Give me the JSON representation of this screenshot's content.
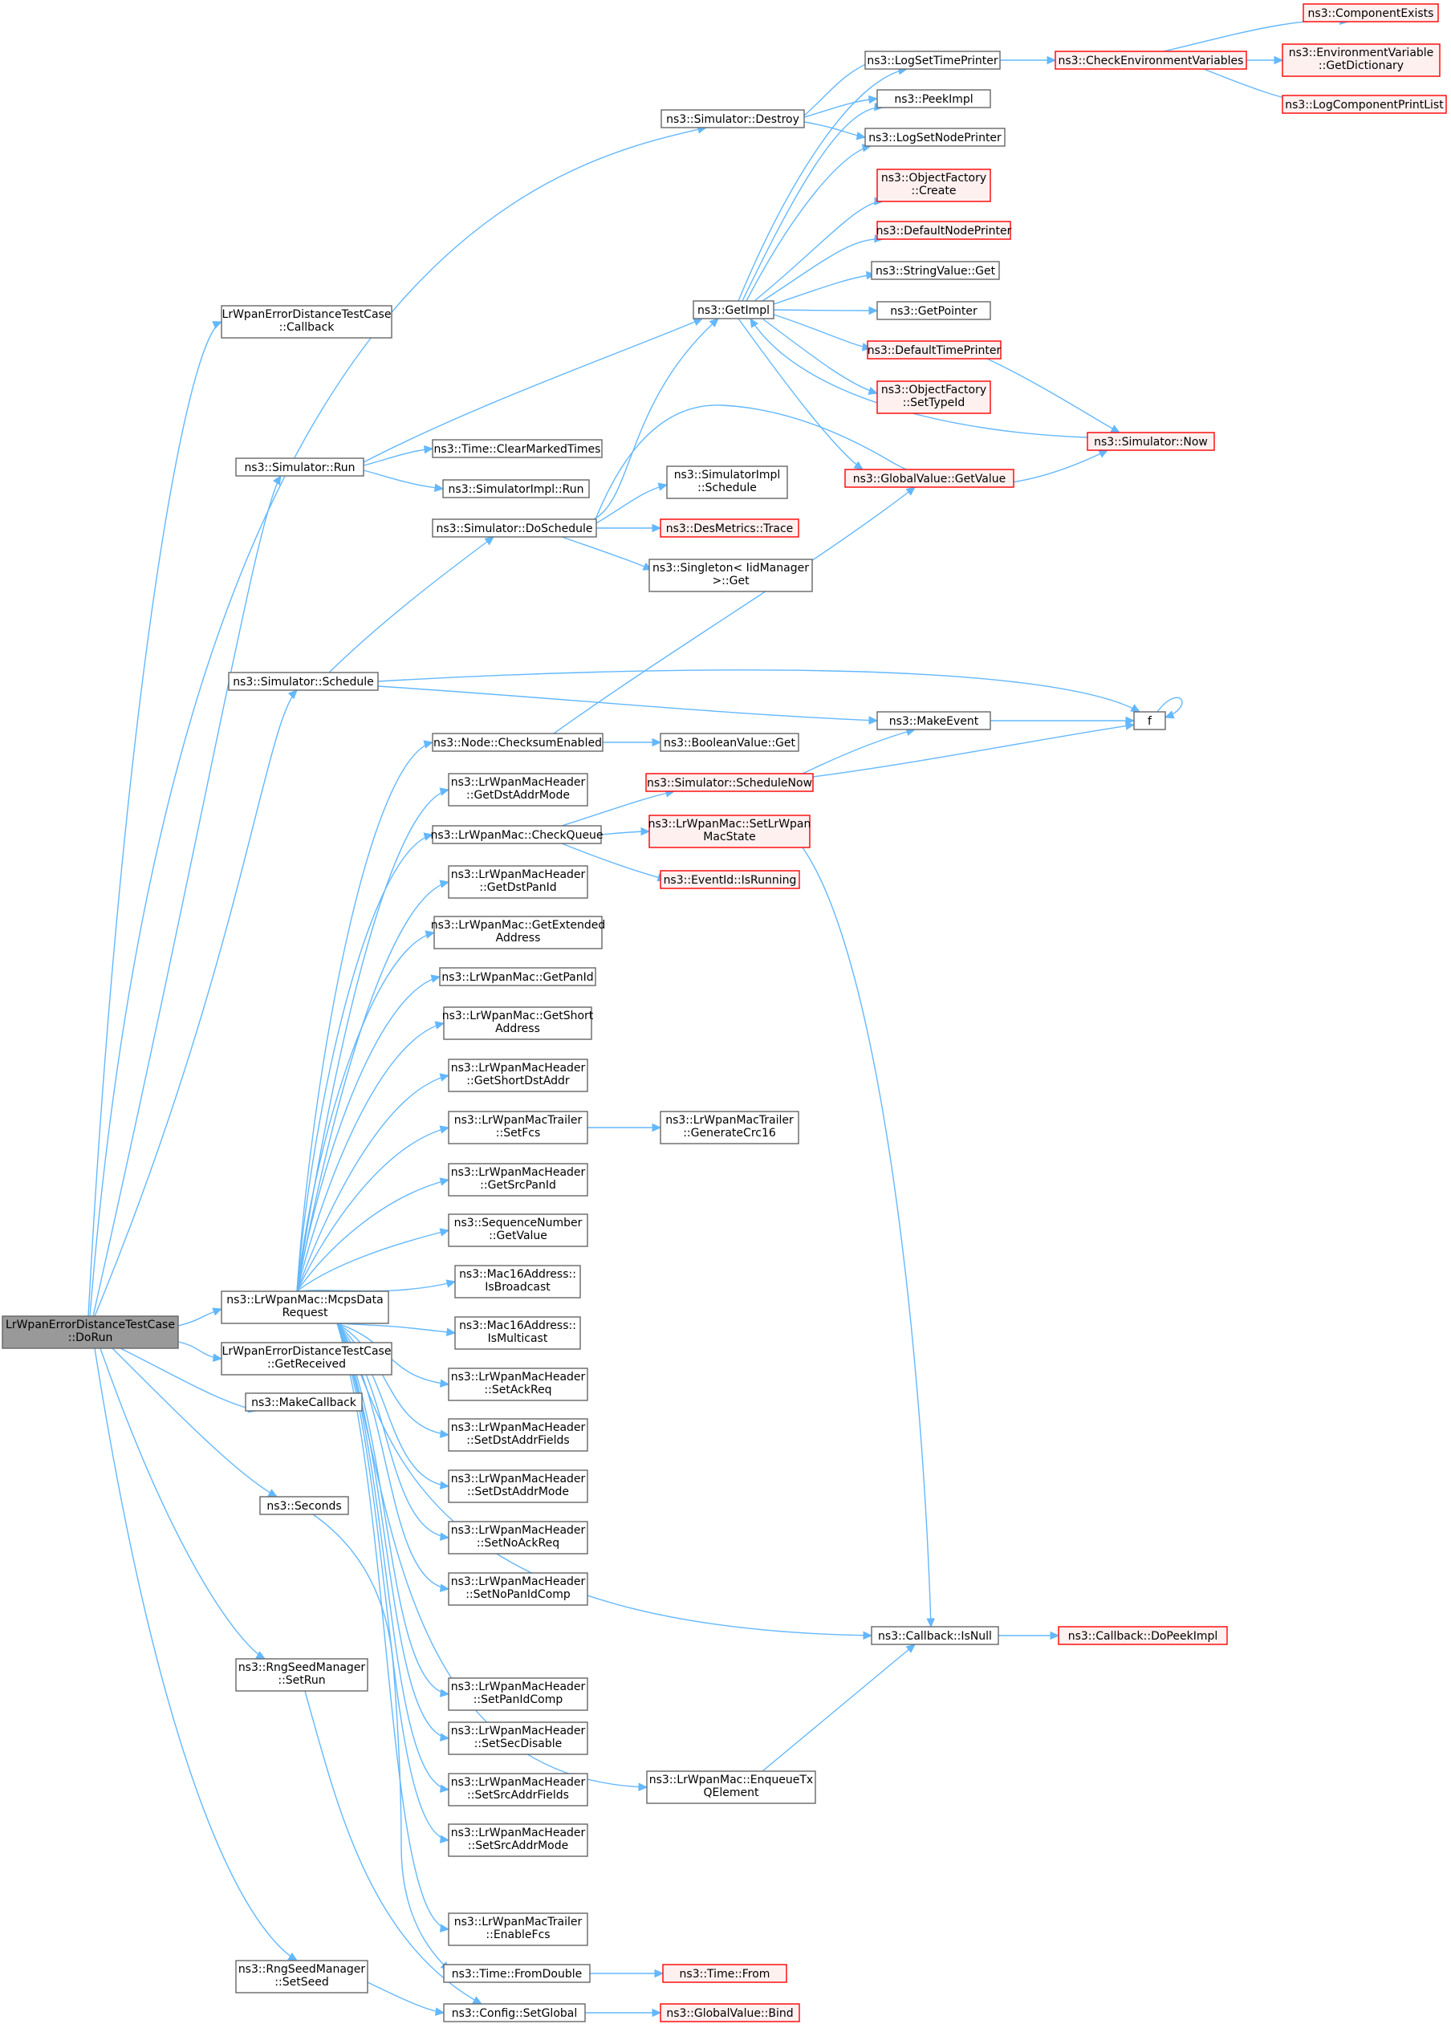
{
  "colors": {
    "edge": "#63b8ff",
    "node_border": "#666666",
    "node_fill": "#ffffff",
    "node_border_red": "#ff0000",
    "node_fill_red": "#fff0f0",
    "root_fill": "#999999",
    "root_border": "#666666"
  },
  "nodes": [
    {
      "id": "root",
      "lines": [
        "LrWpanErrorDistanceTestCase",
        "::DoRun"
      ],
      "style": "root"
    },
    {
      "id": "cb",
      "lines": [
        "LrWpanErrorDistanceTestCase",
        "::Callback"
      ],
      "style": "normal"
    },
    {
      "id": "destroy",
      "lines": [
        "ns3::Simulator::Destroy"
      ],
      "style": "normal"
    },
    {
      "id": "logtime",
      "lines": [
        "ns3::LogSetTimePrinter"
      ],
      "style": "normal"
    },
    {
      "id": "checkenv",
      "lines": [
        "ns3::CheckEnvironmentVariables"
      ],
      "style": "red"
    },
    {
      "id": "compexists",
      "lines": [
        "ns3::ComponentExists"
      ],
      "style": "red"
    },
    {
      "id": "envdict",
      "lines": [
        "ns3::EnvironmentVariable",
        "::GetDictionary"
      ],
      "style": "red"
    },
    {
      "id": "logcomp",
      "lines": [
        "ns3::LogComponentPrintList"
      ],
      "style": "red"
    },
    {
      "id": "peekimpl",
      "lines": [
        "ns3::PeekImpl"
      ],
      "style": "normal"
    },
    {
      "id": "lognode",
      "lines": [
        "ns3::LogSetNodePrinter"
      ],
      "style": "normal"
    },
    {
      "id": "objcreate",
      "lines": [
        "ns3::ObjectFactory",
        "::Create"
      ],
      "style": "red"
    },
    {
      "id": "defnode",
      "lines": [
        "ns3::DefaultNodePrinter"
      ],
      "style": "red"
    },
    {
      "id": "strget",
      "lines": [
        "ns3::StringValue::Get"
      ],
      "style": "normal"
    },
    {
      "id": "getimpl",
      "lines": [
        "ns3::GetImpl"
      ],
      "style": "normal"
    },
    {
      "id": "getptr",
      "lines": [
        "ns3::GetPointer"
      ],
      "style": "normal"
    },
    {
      "id": "deftime",
      "lines": [
        "ns3::DefaultTimePrinter"
      ],
      "style": "red"
    },
    {
      "id": "settypeid",
      "lines": [
        "ns3::ObjectFactory",
        "::SetTypeId"
      ],
      "style": "red"
    },
    {
      "id": "simnow",
      "lines": [
        "ns3::Simulator::Now"
      ],
      "style": "red"
    },
    {
      "id": "run",
      "lines": [
        "ns3::Simulator::Run"
      ],
      "style": "normal"
    },
    {
      "id": "clearmarked",
      "lines": [
        "ns3::Time::ClearMarkedTimes"
      ],
      "style": "normal"
    },
    {
      "id": "implrun",
      "lines": [
        "ns3::SimulatorImpl::Run"
      ],
      "style": "normal"
    },
    {
      "id": "gvget",
      "lines": [
        "ns3::GlobalValue::GetValue"
      ],
      "style": "red"
    },
    {
      "id": "implsched",
      "lines": [
        "ns3::SimulatorImpl",
        "::Schedule"
      ],
      "style": "normal"
    },
    {
      "id": "dosched",
      "lines": [
        "ns3::Simulator::DoSchedule"
      ],
      "style": "normal"
    },
    {
      "id": "desmetrics",
      "lines": [
        "ns3::DesMetrics::Trace"
      ],
      "style": "red"
    },
    {
      "id": "singleton",
      "lines": [
        "ns3::Singleton< IidManager",
        ">::Get"
      ],
      "style": "normal"
    },
    {
      "id": "schedule",
      "lines": [
        "ns3::Simulator::Schedule"
      ],
      "style": "normal"
    },
    {
      "id": "f",
      "lines": [
        "f"
      ],
      "style": "normal"
    },
    {
      "id": "makeevent",
      "lines": [
        "ns3::MakeEvent"
      ],
      "style": "normal"
    },
    {
      "id": "checksum",
      "lines": [
        "ns3::Node::ChecksumEnabled"
      ],
      "style": "normal"
    },
    {
      "id": "boolget",
      "lines": [
        "ns3::BooleanValue::Get"
      ],
      "style": "normal"
    },
    {
      "id": "schednow",
      "lines": [
        "ns3::Simulator::ScheduleNow"
      ],
      "style": "red"
    },
    {
      "id": "getdstaddrmode",
      "lines": [
        "ns3::LrWpanMacHeader",
        "::GetDstAddrMode"
      ],
      "style": "normal"
    },
    {
      "id": "checkqueue",
      "lines": [
        "ns3::LrWpanMac::CheckQueue"
      ],
      "style": "normal"
    },
    {
      "id": "setmacstate",
      "lines": [
        "ns3::LrWpanMac::SetLrWpan",
        "MacState"
      ],
      "style": "red"
    },
    {
      "id": "isrunning",
      "lines": [
        "ns3::EventId::IsRunning"
      ],
      "style": "red"
    },
    {
      "id": "getdstpanid",
      "lines": [
        "ns3::LrWpanMacHeader",
        "::GetDstPanId"
      ],
      "style": "normal"
    },
    {
      "id": "getext",
      "lines": [
        "ns3::LrWpanMac::GetExtended",
        "Address"
      ],
      "style": "normal"
    },
    {
      "id": "getpanid",
      "lines": [
        "ns3::LrWpanMac::GetPanId"
      ],
      "style": "normal"
    },
    {
      "id": "getshort",
      "lines": [
        "ns3::LrWpanMac::GetShort",
        "Address"
      ],
      "style": "normal"
    },
    {
      "id": "getshortdst",
      "lines": [
        "ns3::LrWpanMacHeader",
        "::GetShortDstAddr"
      ],
      "style": "normal"
    },
    {
      "id": "setfcs",
      "lines": [
        "ns3::LrWpanMacTrailer",
        "::SetFcs"
      ],
      "style": "normal"
    },
    {
      "id": "gencrc",
      "lines": [
        "ns3::LrWpanMacTrailer",
        "::GenerateCrc16"
      ],
      "style": "normal"
    },
    {
      "id": "getsrcpanid",
      "lines": [
        "ns3::LrWpanMacHeader",
        "::GetSrcPanId"
      ],
      "style": "normal"
    },
    {
      "id": "seqget",
      "lines": [
        "ns3::SequenceNumber",
        "::GetValue"
      ],
      "style": "normal"
    },
    {
      "id": "isbcast",
      "lines": [
        "ns3::Mac16Address::",
        "IsBroadcast"
      ],
      "style": "normal"
    },
    {
      "id": "mcps",
      "lines": [
        "ns3::LrWpanMac::McpsData",
        "Request"
      ],
      "style": "normal"
    },
    {
      "id": "ismcast",
      "lines": [
        "ns3::Mac16Address::",
        "IsMulticast"
      ],
      "style": "normal"
    },
    {
      "id": "getrecv",
      "lines": [
        "LrWpanErrorDistanceTestCase",
        "::GetReceived"
      ],
      "style": "normal"
    },
    {
      "id": "setackreq",
      "lines": [
        "ns3::LrWpanMacHeader",
        "::SetAckReq"
      ],
      "style": "normal"
    },
    {
      "id": "makecb",
      "lines": [
        "ns3::MakeCallback"
      ],
      "style": "normal"
    },
    {
      "id": "setdstfields",
      "lines": [
        "ns3::LrWpanMacHeader",
        "::SetDstAddrFields"
      ],
      "style": "normal"
    },
    {
      "id": "setdstmode",
      "lines": [
        "ns3::LrWpanMacHeader",
        "::SetDstAddrMode"
      ],
      "style": "normal"
    },
    {
      "id": "seconds",
      "lines": [
        "ns3::Seconds"
      ],
      "style": "normal"
    },
    {
      "id": "setnoack",
      "lines": [
        "ns3::LrWpanMacHeader",
        "::SetNoAckReq"
      ],
      "style": "normal"
    },
    {
      "id": "setnopan",
      "lines": [
        "ns3::LrWpanMacHeader",
        "::SetNoPanIdComp"
      ],
      "style": "normal"
    },
    {
      "id": "isnull",
      "lines": [
        "ns3::Callback::IsNull"
      ],
      "style": "normal"
    },
    {
      "id": "dopeek",
      "lines": [
        "ns3::Callback::DoPeekImpl"
      ],
      "style": "red"
    },
    {
      "id": "setrun",
      "lines": [
        "ns3::RngSeedManager",
        "::SetRun"
      ],
      "style": "normal"
    },
    {
      "id": "setpancomp",
      "lines": [
        "ns3::LrWpanMacHeader",
        "::SetPanIdComp"
      ],
      "style": "normal"
    },
    {
      "id": "setsecdis",
      "lines": [
        "ns3::LrWpanMacHeader",
        "::SetSecDisable"
      ],
      "style": "normal"
    },
    {
      "id": "enqueue",
      "lines": [
        "ns3::LrWpanMac::EnqueueTx",
        "QElement"
      ],
      "style": "normal"
    },
    {
      "id": "setsrcfields",
      "lines": [
        "ns3::LrWpanMacHeader",
        "::SetSrcAddrFields"
      ],
      "style": "normal"
    },
    {
      "id": "setsrcmode",
      "lines": [
        "ns3::LrWpanMacHeader",
        "::SetSrcAddrMode"
      ],
      "style": "normal"
    },
    {
      "id": "enablefcs",
      "lines": [
        "ns3::LrWpanMacTrailer",
        "::EnableFcs"
      ],
      "style": "normal"
    },
    {
      "id": "fromdouble",
      "lines": [
        "ns3::Time::FromDouble"
      ],
      "style": "normal"
    },
    {
      "id": "timefrom",
      "lines": [
        "ns3::Time::From"
      ],
      "style": "red"
    },
    {
      "id": "setseed",
      "lines": [
        "ns3::RngSeedManager",
        "::SetSeed"
      ],
      "style": "normal"
    },
    {
      "id": "setglobal",
      "lines": [
        "ns3::Config::SetGlobal"
      ],
      "style": "normal"
    },
    {
      "id": "gvbind",
      "lines": [
        "ns3::GlobalValue::Bind"
      ],
      "style": "red"
    }
  ],
  "edges": [
    [
      "root",
      "cb"
    ],
    [
      "root",
      "destroy"
    ],
    [
      "root",
      "run"
    ],
    [
      "root",
      "schedule"
    ],
    [
      "root",
      "mcps"
    ],
    [
      "root",
      "getrecv"
    ],
    [
      "root",
      "makecb"
    ],
    [
      "root",
      "seconds"
    ],
    [
      "root",
      "setrun"
    ],
    [
      "root",
      "setseed"
    ],
    [
      "destroy",
      "logtime"
    ],
    [
      "destroy",
      "peekimpl"
    ],
    [
      "destroy",
      "lognode"
    ],
    [
      "logtime",
      "checkenv"
    ],
    [
      "checkenv",
      "compexists"
    ],
    [
      "checkenv",
      "envdict"
    ],
    [
      "checkenv",
      "logcomp"
    ],
    [
      "getimpl",
      "logtime"
    ],
    [
      "getimpl",
      "peekimpl"
    ],
    [
      "getimpl",
      "lognode"
    ],
    [
      "getimpl",
      "objcreate"
    ],
    [
      "getimpl",
      "defnode"
    ],
    [
      "getimpl",
      "strget"
    ],
    [
      "getimpl",
      "getptr"
    ],
    [
      "getimpl",
      "deftime"
    ],
    [
      "getimpl",
      "settypeid"
    ],
    [
      "getimpl",
      "gvget"
    ],
    [
      "deftime",
      "simnow"
    ],
    [
      "simnow",
      "getimpl"
    ],
    [
      "run",
      "getimpl"
    ],
    [
      "run",
      "clearmarked"
    ],
    [
      "run",
      "implrun"
    ],
    [
      "dosched",
      "getimpl"
    ],
    [
      "dosched",
      "simnow"
    ],
    [
      "dosched",
      "implsched"
    ],
    [
      "dosched",
      "desmetrics"
    ],
    [
      "dosched",
      "singleton"
    ],
    [
      "schedule",
      "dosched"
    ],
    [
      "schedule",
      "f"
    ],
    [
      "schedule",
      "makeevent"
    ],
    [
      "makeevent",
      "f"
    ],
    [
      "f",
      "f"
    ],
    [
      "checksum",
      "gvget"
    ],
    [
      "checksum",
      "boolget"
    ],
    [
      "schednow",
      "makeevent"
    ],
    [
      "schednow",
      "f"
    ],
    [
      "checkqueue",
      "schednow"
    ],
    [
      "checkqueue",
      "setmacstate"
    ],
    [
      "checkqueue",
      "isrunning"
    ],
    [
      "setmacstate",
      "isnull"
    ],
    [
      "isnull",
      "dopeek"
    ],
    [
      "enqueue",
      "isnull"
    ],
    [
      "setfcs",
      "gencrc"
    ],
    [
      "mcps",
      "checksum"
    ],
    [
      "mcps",
      "getdstaddrmode"
    ],
    [
      "mcps",
      "checkqueue"
    ],
    [
      "mcps",
      "getdstpanid"
    ],
    [
      "mcps",
      "getext"
    ],
    [
      "mcps",
      "getpanid"
    ],
    [
      "mcps",
      "getshort"
    ],
    [
      "mcps",
      "getshortdst"
    ],
    [
      "mcps",
      "setfcs"
    ],
    [
      "mcps",
      "getsrcpanid"
    ],
    [
      "mcps",
      "seqget"
    ],
    [
      "mcps",
      "isbcast"
    ],
    [
      "mcps",
      "ismcast"
    ],
    [
      "mcps",
      "setackreq"
    ],
    [
      "mcps",
      "setdstfields"
    ],
    [
      "mcps",
      "setdstmode"
    ],
    [
      "mcps",
      "setnoack"
    ],
    [
      "mcps",
      "setnopan"
    ],
    [
      "mcps",
      "isnull"
    ],
    [
      "mcps",
      "setpancomp"
    ],
    [
      "mcps",
      "setsecdis"
    ],
    [
      "mcps",
      "enqueue"
    ],
    [
      "mcps",
      "setsrcfields"
    ],
    [
      "mcps",
      "setsrcmode"
    ],
    [
      "mcps",
      "enablefcs"
    ],
    [
      "seconds",
      "fromdouble"
    ],
    [
      "fromdouble",
      "timefrom"
    ],
    [
      "setrun",
      "setglobal"
    ],
    [
      "setseed",
      "setglobal"
    ],
    [
      "setglobal",
      "gvbind"
    ]
  ]
}
